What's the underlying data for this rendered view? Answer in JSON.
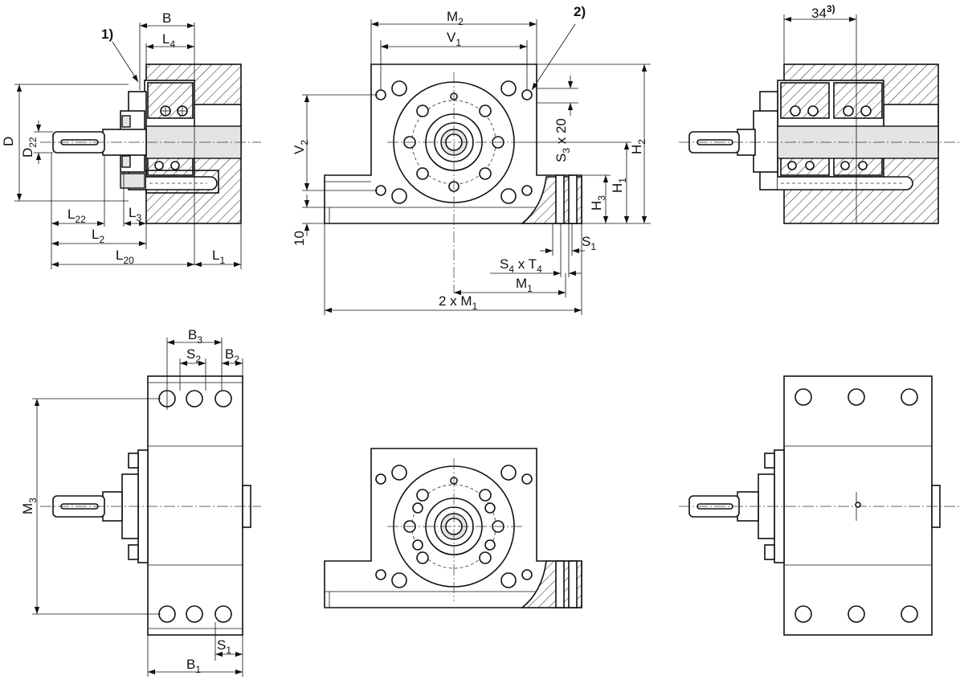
{
  "labels": {
    "note_1": "1)",
    "note_2": "2)",
    "note_3": "3)",
    "B": "B",
    "L4": "L",
    "L4_sub": "4",
    "D": "D",
    "D22": "D",
    "D22_sub": "22",
    "L22": "L",
    "L22_sub": "22",
    "L3": "L",
    "L3_sub": "3",
    "L2": "L",
    "L2_sub": "2",
    "L20": "L",
    "L20_sub": "20",
    "L1": "L",
    "L1_sub": "1",
    "M2": "M",
    "M2_sub": "2",
    "V1": "V",
    "V1_sub": "1",
    "V2": "V",
    "V2_sub": "2",
    "S3x20": "S",
    "S3x20_sub": "3",
    "S3x20_suffix": " x 20",
    "H2": "H",
    "H2_sub": "2",
    "H1": "H",
    "H1_sub": "1",
    "H3": "H",
    "H3_sub": "3",
    "ten": "10",
    "S1_front": "S",
    "S1_front_sub": "1",
    "S4xT4_a": "S",
    "S4xT4_a_sub": "4",
    "S4xT4_mid": " x T",
    "S4xT4_b_sub": "4",
    "M1": "M",
    "M1_sub": "1",
    "twoM1": "2 x M",
    "twoM1_sub": "1",
    "dim_34": "34",
    "B3": "B",
    "B3_sub": "3",
    "S2": "S",
    "S2_sub": "2",
    "B2": "B",
    "B2_sub": "2",
    "M3": "M",
    "M3_sub": "3",
    "S1_top": "S",
    "S1_top_sub": "1",
    "B1": "B",
    "B1_sub": "1"
  }
}
